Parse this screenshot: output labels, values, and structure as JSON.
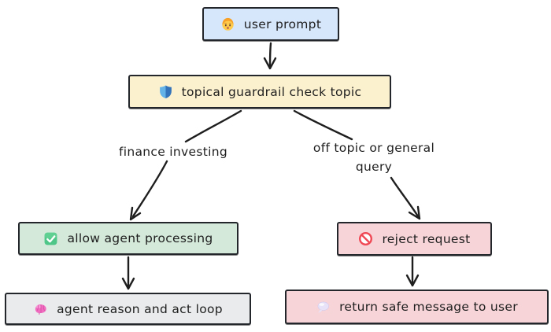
{
  "canvas": {
    "background": "#ffffff",
    "stroke_color": "#1e1e1e"
  },
  "nodes": {
    "user_prompt": {
      "label": "user prompt",
      "icon": "person-icon",
      "fill": "#d6e6fb"
    },
    "guardrail": {
      "label": "topical guardrail check topic",
      "icon": "shield-icon",
      "fill": "#fcf1ce"
    },
    "allow": {
      "label": "allow agent processing",
      "icon": "check-box-icon",
      "fill": "#d4e9da"
    },
    "reject": {
      "label": "reject request",
      "icon": "prohibited-icon",
      "fill": "#f7d4d8"
    },
    "reason_loop": {
      "label": "agent reason and act loop",
      "icon": "brain-icon",
      "fill": "#e9ebec"
    },
    "safe_message": {
      "label": "return safe message to user",
      "icon": "speech-balloon-icon",
      "fill": "#f7d4d8"
    }
  },
  "edge_labels": {
    "finance": {
      "text": "finance investing"
    },
    "off_topic": {
      "text": "off topic or general query"
    }
  },
  "icon_colors": {
    "shield_light": "#63b3e8",
    "shield_dark": "#3273b9",
    "check_green": "#4ec688",
    "prohibited_red": "#ef4956",
    "brain_pink": "#ef6cbf",
    "balloon_lavender": "#e7e2f7"
  }
}
